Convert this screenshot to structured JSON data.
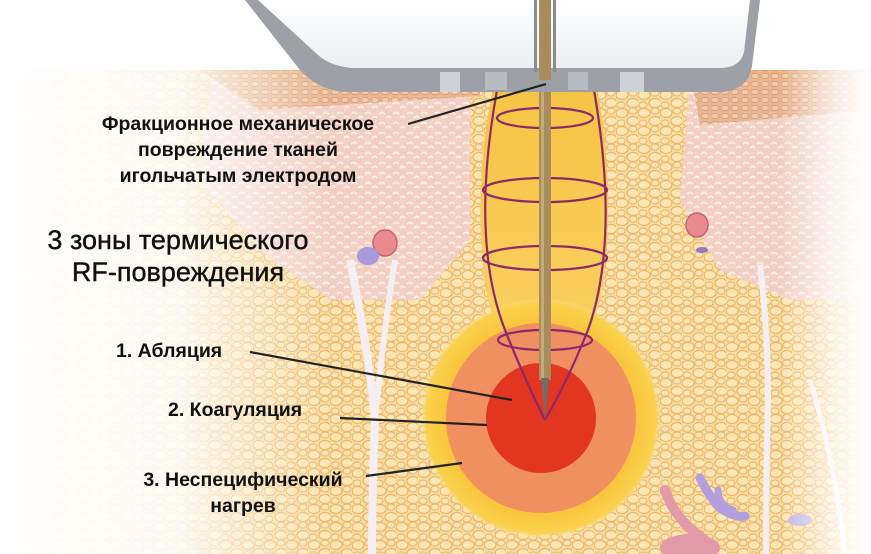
{
  "diagram": {
    "title_line1": "3 зоны термического",
    "title_line2": "RF-повреждения",
    "mechanical_label": {
      "line1": "Фракционное механическое",
      "line2": "повреждение тканей",
      "line3": "игольчатым электродом"
    },
    "zones": [
      {
        "number": 1,
        "label": "1. Абляция",
        "color": "#e0321e"
      },
      {
        "number": 2,
        "label": "2. Коагуляция",
        "color": "#ef8a55"
      },
      {
        "number": 3,
        "label_line1": "3. Неспецифический",
        "label_line2": "нагрев",
        "color": "#f9c832"
      }
    ],
    "colors": {
      "handpiece": "#f4f5f7",
      "handpiece_edge": "#9da0a6",
      "needle": "#a88c5c",
      "mechanical_zone": "#f7c94b",
      "grid_lines": "#8a2a6a",
      "tissue_fat": "#f7d79a",
      "tissue_dermis": "#f1c7c4",
      "leader_line": "#222222"
    }
  }
}
